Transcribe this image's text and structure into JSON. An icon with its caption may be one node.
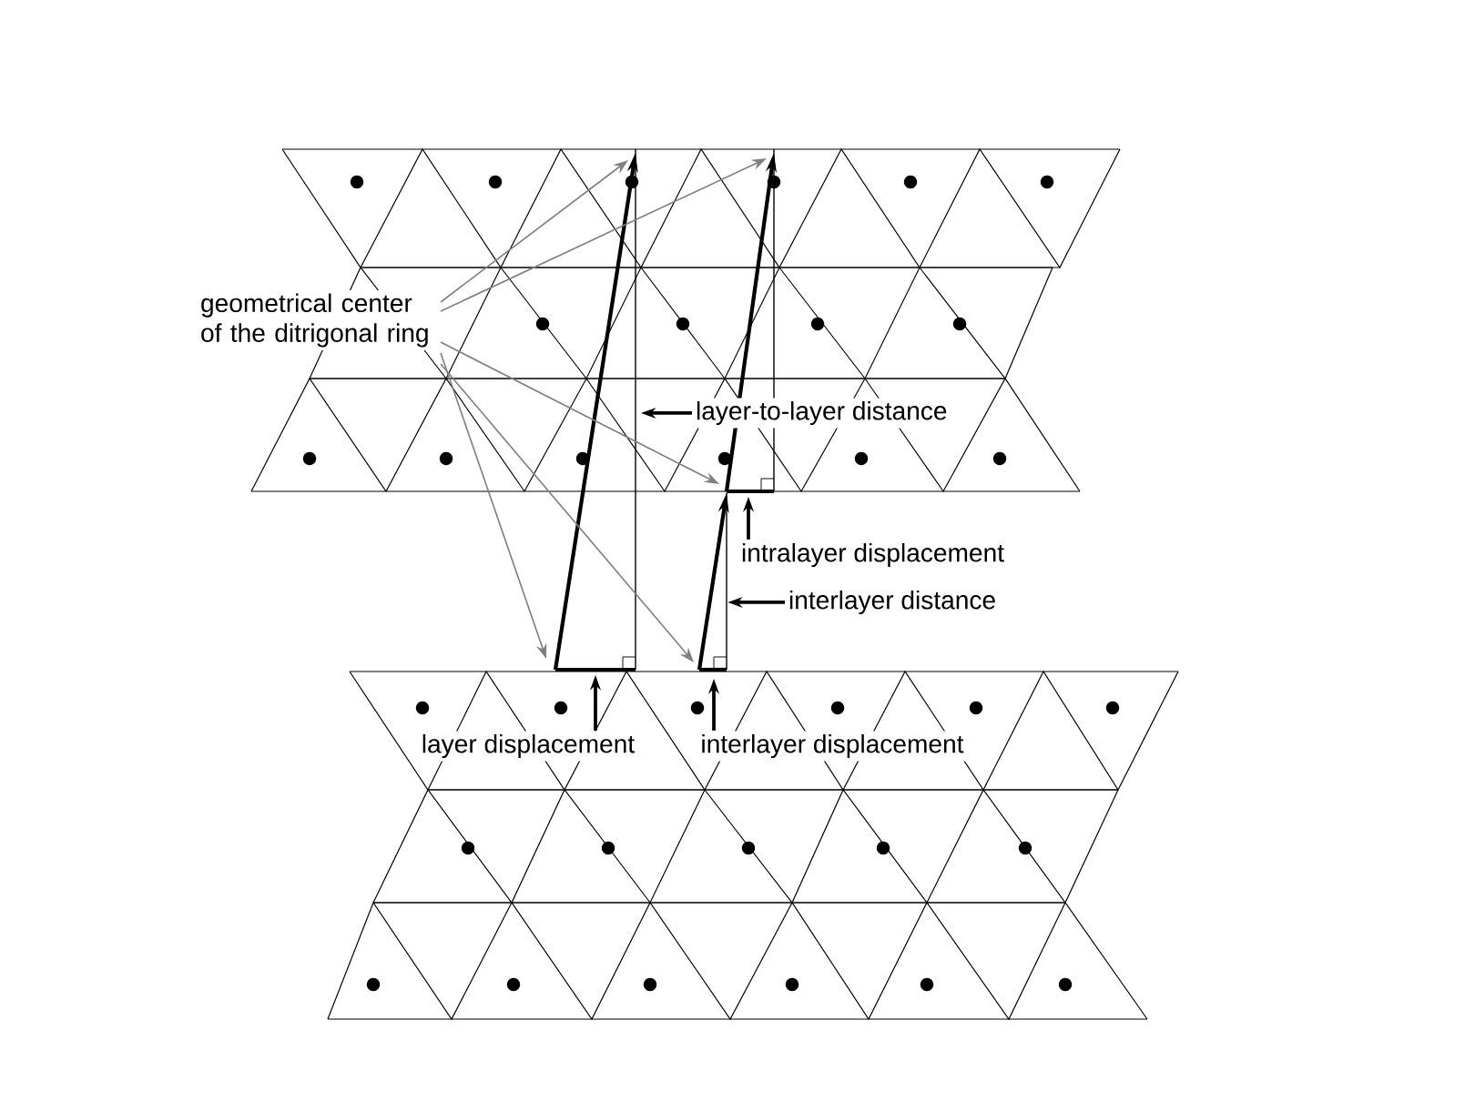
{
  "diagram": {
    "nodes": [
      {
        "text": [
          "geometrical center of the ditrigonal ring"
        ]
      },
      {
        "text": [
          "layer-to-layer distance"
        ]
      },
      {
        "text": [
          "intralayer displacement"
        ]
      },
      {
        "text": [
          "interlayer distance"
        ]
      },
      {
        "text": [
          "layer displacement"
        ]
      },
      {
        "text": [
          "interlayer displacement"
        ]
      },
      {
        "text": [],
        "shape": "line"
      }
    ],
    "edges": [
      {
        "from": 0,
        "to": null,
        "arrow": "to",
        "color": "#808080"
      },
      {
        "from": 0,
        "to": null,
        "arrow": "to",
        "color": "#808080"
      },
      {
        "from": 0,
        "to": null,
        "arrow": "to",
        "color": "#808080"
      },
      {
        "from": 0,
        "to": null,
        "arrow": "to",
        "color": "#808080"
      },
      {
        "from": 0,
        "to": null,
        "arrow": "to",
        "color": "#808080"
      },
      {
        "from": 1,
        "to": null,
        "arrow": "to",
        "color": "#000000"
      },
      {
        "from": 2,
        "to": null,
        "arrow": "to",
        "color": "#000000"
      },
      {
        "from": 3,
        "to": 6,
        "arrow": "to",
        "color": "#000000"
      },
      {
        "from": 4,
        "to": null,
        "arrow": "to",
        "color": "#000000"
      },
      {
        "from": 5,
        "to": null,
        "arrow": "to",
        "color": "#000000"
      }
    ]
  }
}
